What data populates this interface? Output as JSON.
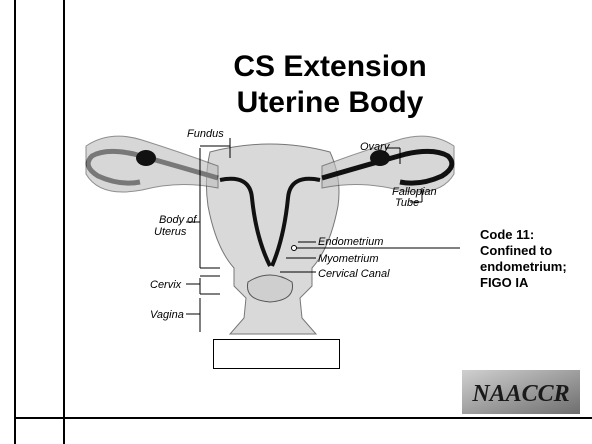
{
  "slide": {
    "title_line1": "CS Extension",
    "title_line2": "Uterine Body"
  },
  "diagram": {
    "labels": {
      "fundus": "Fundus",
      "ovary": "Ovary",
      "body_of_uterus_1": "Body of",
      "body_of_uterus_2": "Uterus",
      "fallopian_tube_1": "Fallopian",
      "fallopian_tube_2": "Tube",
      "endometrium": "Endometrium",
      "myometrium": "Myometrium",
      "cervical_canal": "Cervical Canal",
      "cervix": "Cervix",
      "vagina": "Vagina"
    }
  },
  "annotation": {
    "line1": "Code 11:",
    "line2": "Confined to",
    "line3": "endometrium;",
    "line4": "FIGO IA"
  },
  "logo": {
    "text": "NAACCR"
  },
  "colors": {
    "tissue": "#d9d9d9",
    "dark": "#111111",
    "mid": "#8a8a8a"
  }
}
